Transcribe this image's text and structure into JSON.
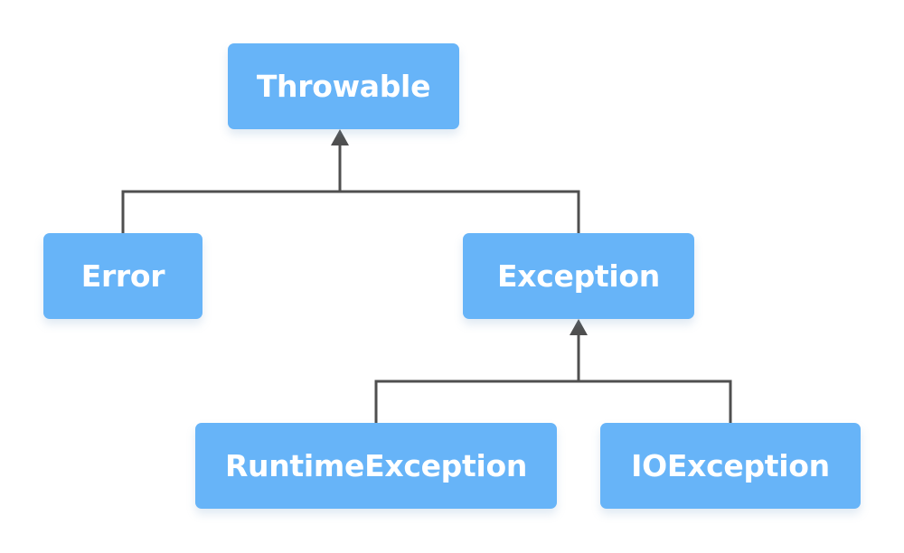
{
  "diagram": {
    "nodes": {
      "throwable": "Throwable",
      "error": "Error",
      "exception": "Exception",
      "runtime_exception": "RuntimeException",
      "io_exception": "IOException"
    },
    "edges": [
      {
        "from": "error",
        "to": "throwable"
      },
      {
        "from": "exception",
        "to": "throwable"
      },
      {
        "from": "runtime_exception",
        "to": "exception"
      },
      {
        "from": "io_exception",
        "to": "exception"
      }
    ],
    "colors": {
      "node_fill": "#67b4f8",
      "node_text": "#ffffff",
      "connector": "#4f4f4f"
    }
  }
}
